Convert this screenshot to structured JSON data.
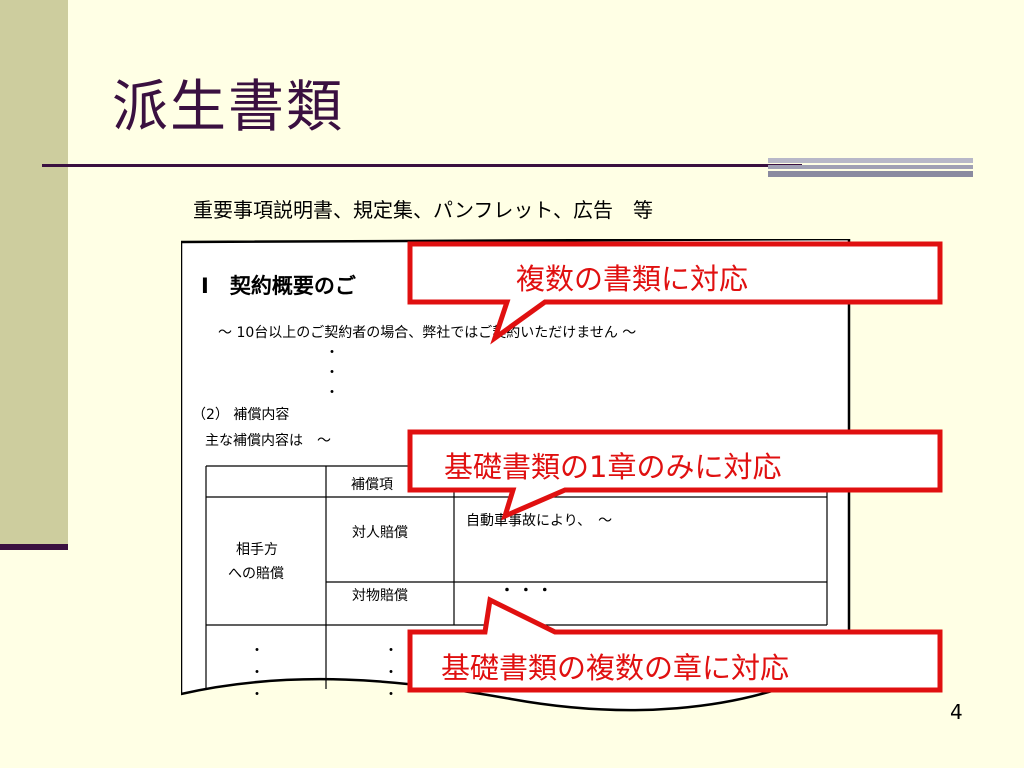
{
  "slide": {
    "title": "派生書類",
    "subtitle": "重要事項説明書、規定集、パンフレット、広告　等",
    "page_number": "4"
  },
  "document": {
    "section_heading": "Ⅰ　契約概要のご",
    "note": "～ 10台以上のご契約者の場合、弊社ではご契約いただけません ～",
    "ellipsis_dot": "・",
    "subsection_heading": "（2）  補償内容",
    "subsection_line": "主な補償内容は　～",
    "table": {
      "header_item": "補償項",
      "row_group_label_1": "相手方",
      "row_group_label_2": "への賠償",
      "rows": [
        {
          "item": "対人賠償",
          "description": "自動車事故により、　～"
        },
        {
          "item": "対物賠償",
          "description": "・  ・  ・"
        }
      ]
    }
  },
  "callouts": [
    {
      "text": "複数の書類に対応"
    },
    {
      "text": "基礎書類の1章のみに対応"
    },
    {
      "text": "基礎書類の複数の章に対応"
    }
  ],
  "colors": {
    "background": "#ffffe5",
    "sidebar": "#cdcd9e",
    "accent": "#3a1040",
    "callout_border": "#e01010",
    "callout_fill": "#ffffff"
  }
}
